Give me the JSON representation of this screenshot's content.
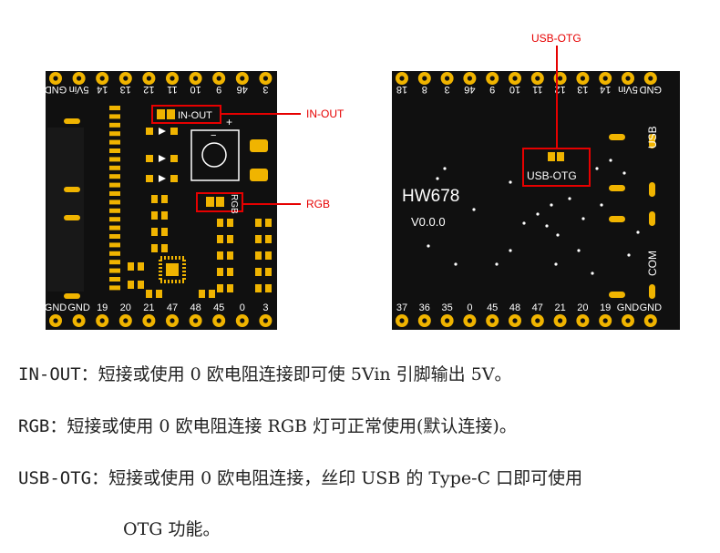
{
  "colors": {
    "board": "#101010",
    "gold": "#f0b400",
    "silk": "#ffffff",
    "callout": "#e60000",
    "text": "#222222"
  },
  "left_board": {
    "top_pins": [
      "GND",
      "5Vin",
      "14",
      "13",
      "12",
      "11",
      "10",
      "9",
      "46",
      "3"
    ],
    "bottom_pins": [
      "GND",
      "GND",
      "19",
      "20",
      "21",
      "47",
      "48",
      "45",
      "0",
      "3"
    ],
    "jumper_in_out": "IN-OUT",
    "jumper_rgb": "RGB",
    "plus_sign": "+",
    "minus_sign": "−"
  },
  "right_board": {
    "top_pins": [
      "18",
      "8",
      "3",
      "46",
      "9",
      "10",
      "11",
      "12",
      "13",
      "14",
      "5Vin",
      "GND"
    ],
    "bottom_pins": [
      "37",
      "36",
      "35",
      "0",
      "45",
      "48",
      "47",
      "21",
      "20",
      "19",
      "GND",
      "GND"
    ],
    "model": "HW678",
    "version": "V0.0.0",
    "usb_label": "USB",
    "com_label": "COM",
    "jumper_usb_otg": "USB-OTG"
  },
  "callouts": {
    "in_out": "IN-OUT",
    "rgb": "RGB",
    "usb_otg": "USB-OTG"
  },
  "notes": [
    {
      "label": "IN-OUT：",
      "text": "短接或使用 0 欧电阻连接即可使 5Vin 引脚输出 5V。"
    },
    {
      "label": "RGB：",
      "text": "短接或使用 0 欧电阻连接 RGB 灯可正常使用(默认连接)。"
    },
    {
      "label": "USB-OTG：",
      "text": "短接或使用 0 欧电阻连接，丝印 USB 的 Type-C 口即可使用"
    },
    {
      "label": "",
      "text": "OTG 功能。"
    }
  ]
}
